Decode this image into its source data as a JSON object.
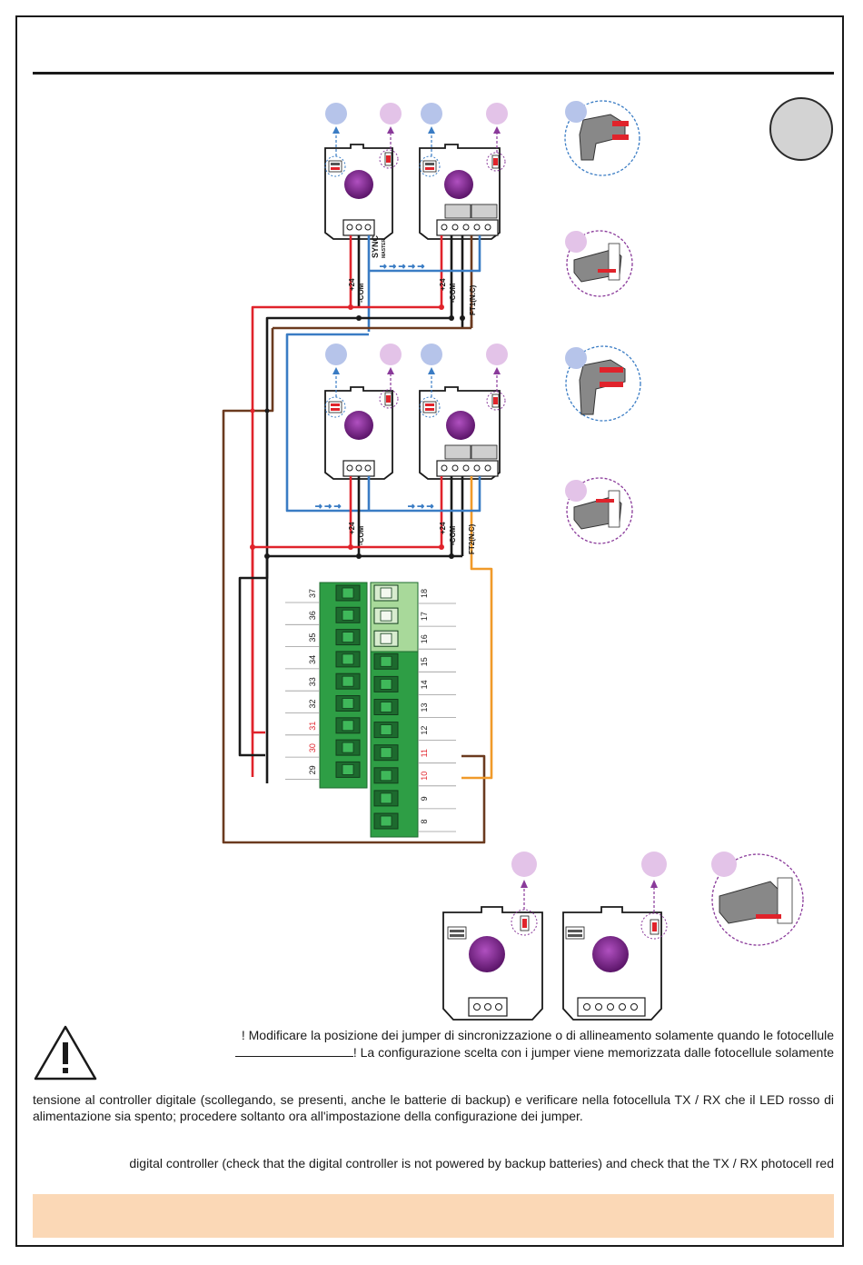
{
  "labels": {
    "v24": "+24",
    "com": "-COM",
    "sync": "SYNC",
    "master": "MASTER",
    "ft1": "FT1(N.C)",
    "ft2": "FT2(N.C)"
  },
  "terminal_block": {
    "left_numbers": [
      "37",
      "36",
      "35",
      "34",
      "33",
      "32",
      "31",
      "30",
      "29"
    ],
    "right_numbers": [
      "18",
      "17",
      "16",
      "15",
      "14",
      "13",
      "12",
      "11",
      "10",
      "9",
      "8"
    ],
    "highlighted": [
      "31",
      "30",
      "11",
      "10"
    ]
  },
  "warning": {
    "line1": "! Modificare la posizione dei jumper di sincronizzazione o di allineamento solamente quando le fotocellule",
    "line2": "! La configurazione scelta con i jumper viene memorizzata dalle fotocellule solamente"
  },
  "paragraph_it": "tensione al controller digitale (scollegando, se presenti, anche le batterie di backup) e verificare nella fotocellula TX / RX che il LED rosso di alimentazione sia spento; procedere soltanto ora all'impostazione della configurazione dei jumper.",
  "paragraph_en": "digital controller (check that the digital controller is not powered by backup batteries) and check that the TX / RX photocell red",
  "colors": {
    "red": "#e0232b",
    "black": "#1a1a1a",
    "blue": "#3a7cc4",
    "brown": "#6b3a1f",
    "orange": "#f09a2a",
    "green": "#2e9e45",
    "light_green": "#a8d99a",
    "purple": "#7a2a8a",
    "blue_marker": "#b6c4ea",
    "purple_marker": "#e3c3e8",
    "highlight": "#fbd8b6"
  }
}
